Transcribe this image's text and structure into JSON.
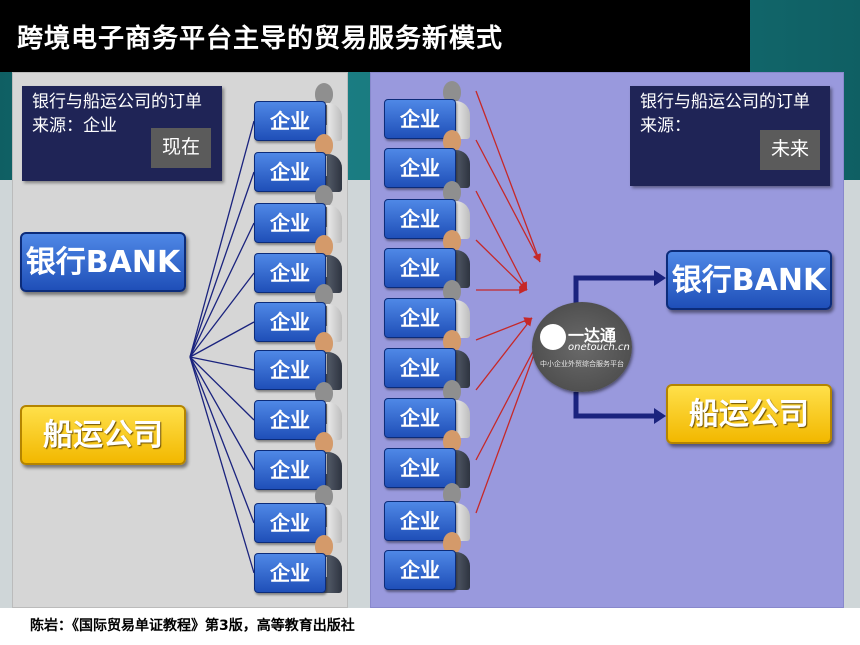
{
  "title": "跨境电子商务平台主导的贸易服务新模式",
  "left": {
    "note": "银行与船运公司的订单来源：企业",
    "tag": "现在",
    "bank": "银行BANK",
    "ship": "船运公司"
  },
  "right": {
    "note": "银行与船运公司的订单来源：",
    "tag": "未来",
    "bank": "银行BANK",
    "ship": "船运公司"
  },
  "enterprise_label": "企业",
  "hub": {
    "name": "一达通",
    "url": "onetouch.cn",
    "subtitle": "中小企业外贸综合服务平台"
  },
  "footer": "陈岩：《国际贸易单证教程》第3版，高等教育出版社",
  "colors": {
    "title_bg": "#000000",
    "left_panel": "#d6d6d6",
    "right_panel": "#9999dd",
    "note_bg": "#1f2456",
    "bank_blue": "#1f4fb8",
    "ship_yellow": "#f2b800",
    "left_arrows": "#1a237e",
    "right_arrows": "#c62828"
  }
}
